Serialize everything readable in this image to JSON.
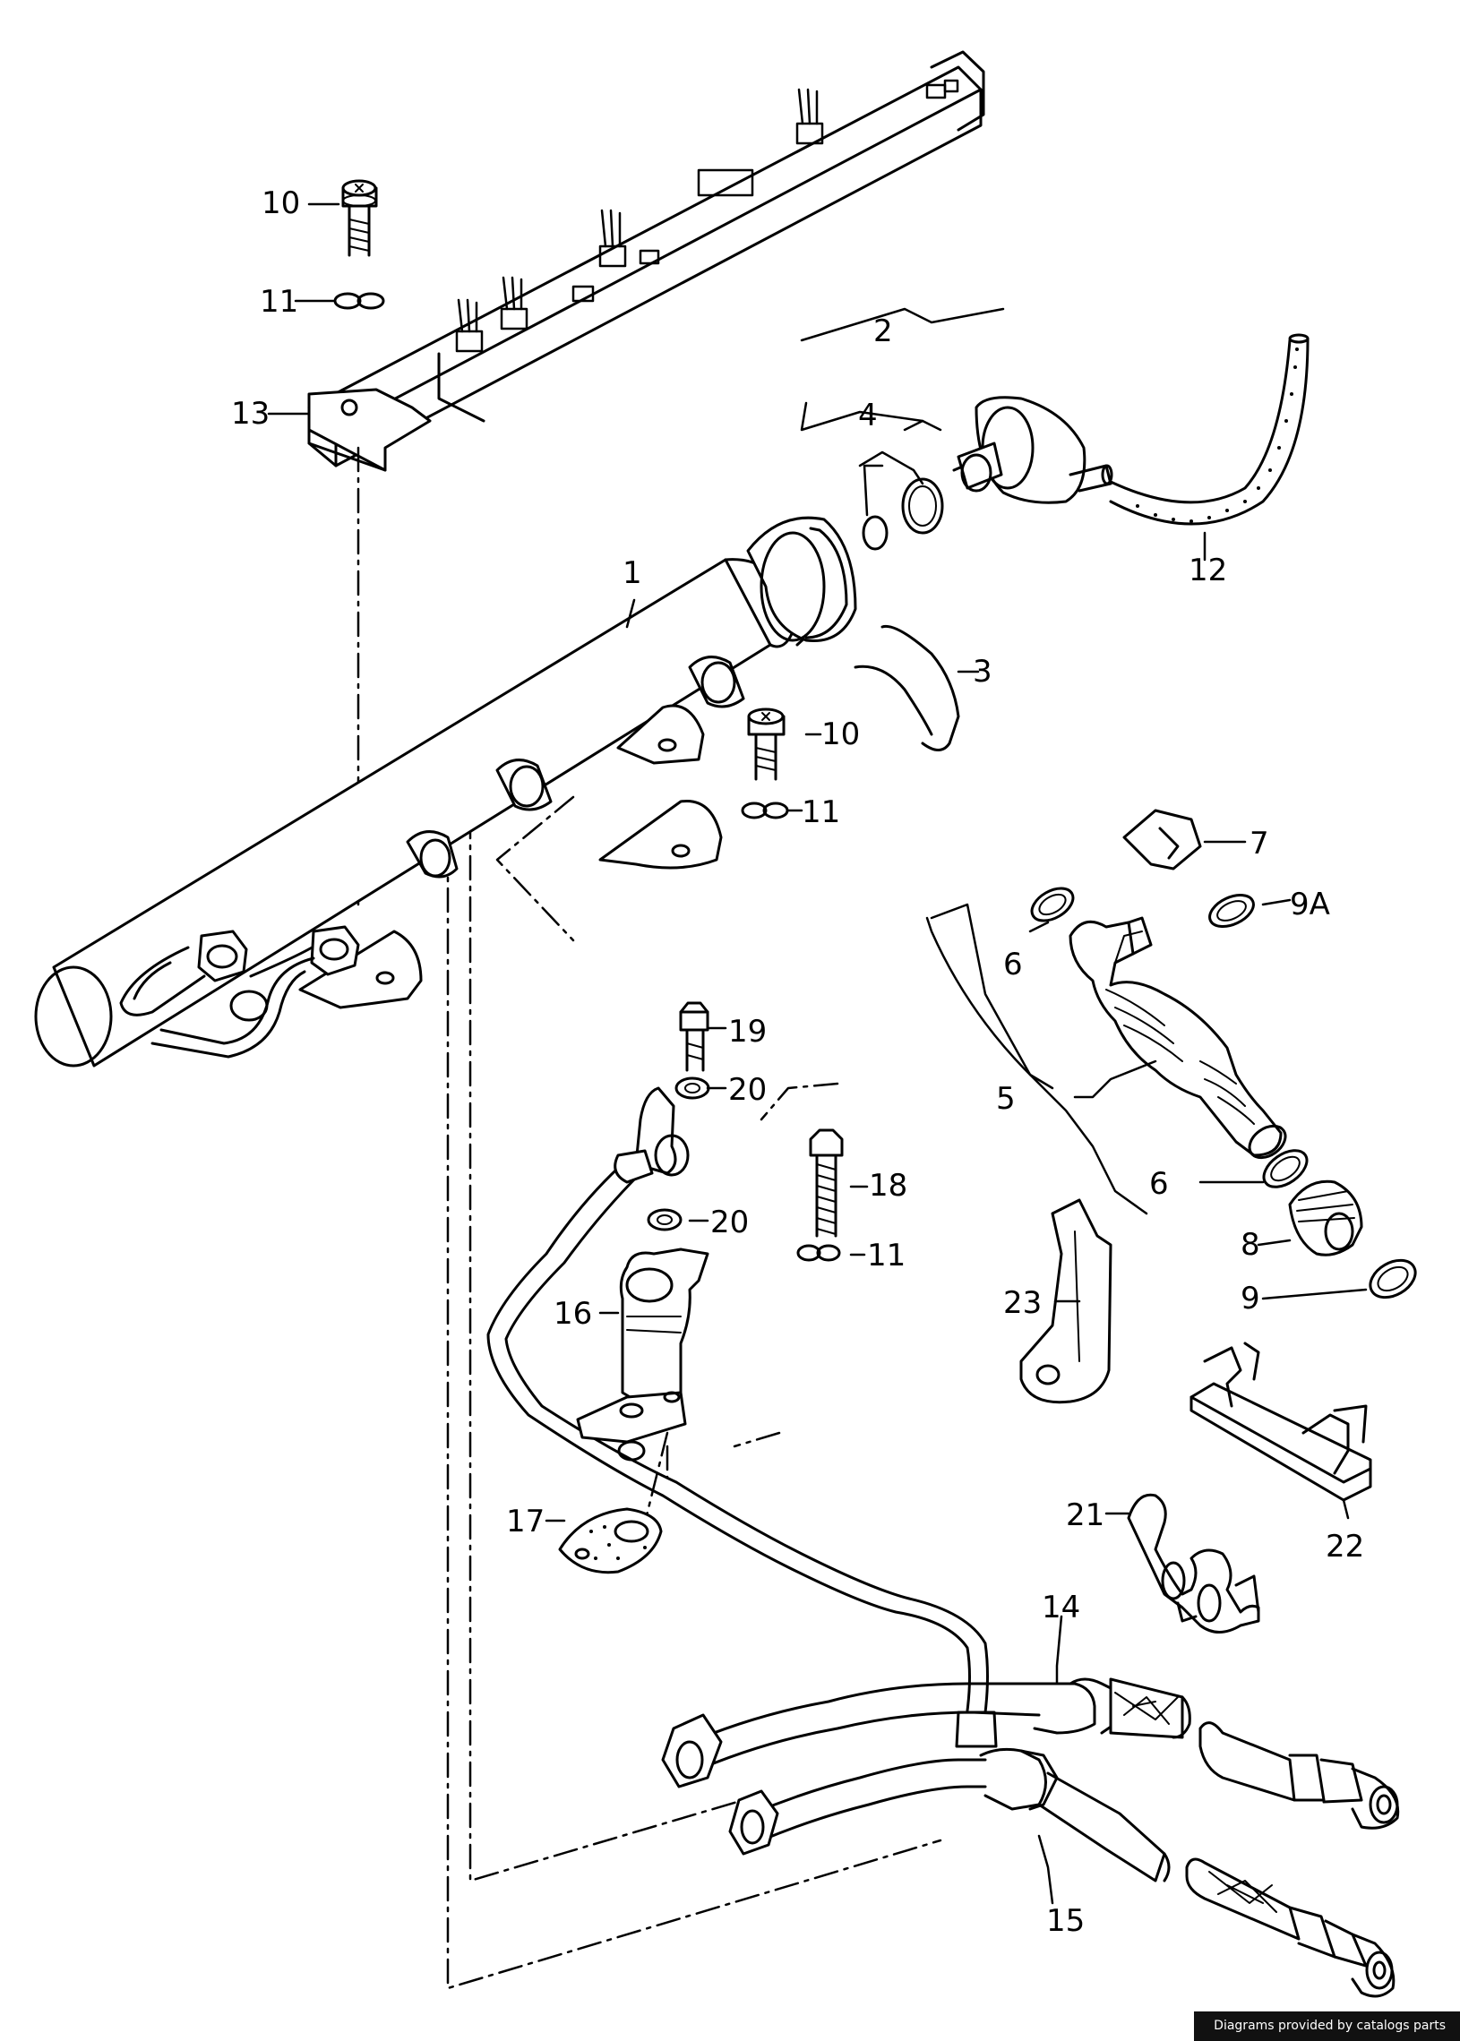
{
  "callouts": {
    "c1": "1",
    "c2": "2",
    "c3": "3",
    "c4": "4",
    "c5": "5",
    "c6a": "6",
    "c6b": "6",
    "c7": "7",
    "c8": "8",
    "c9": "9",
    "c9a": "9A",
    "c10a": "10",
    "c10b": "10",
    "c11a": "11",
    "c11b": "11",
    "c11c": "11",
    "c12": "12",
    "c13": "13",
    "c14": "14",
    "c15": "15",
    "c16": "16",
    "c17": "17",
    "c18": "18",
    "c19": "19",
    "c20a": "20",
    "c20b": "20",
    "c21": "21",
    "c22": "22",
    "c23": "23"
  },
  "credit": "Diagrams provided by catalogs parts",
  "colors": {
    "line": "#000000",
    "background": "#ffffff",
    "badge": "#111111"
  }
}
